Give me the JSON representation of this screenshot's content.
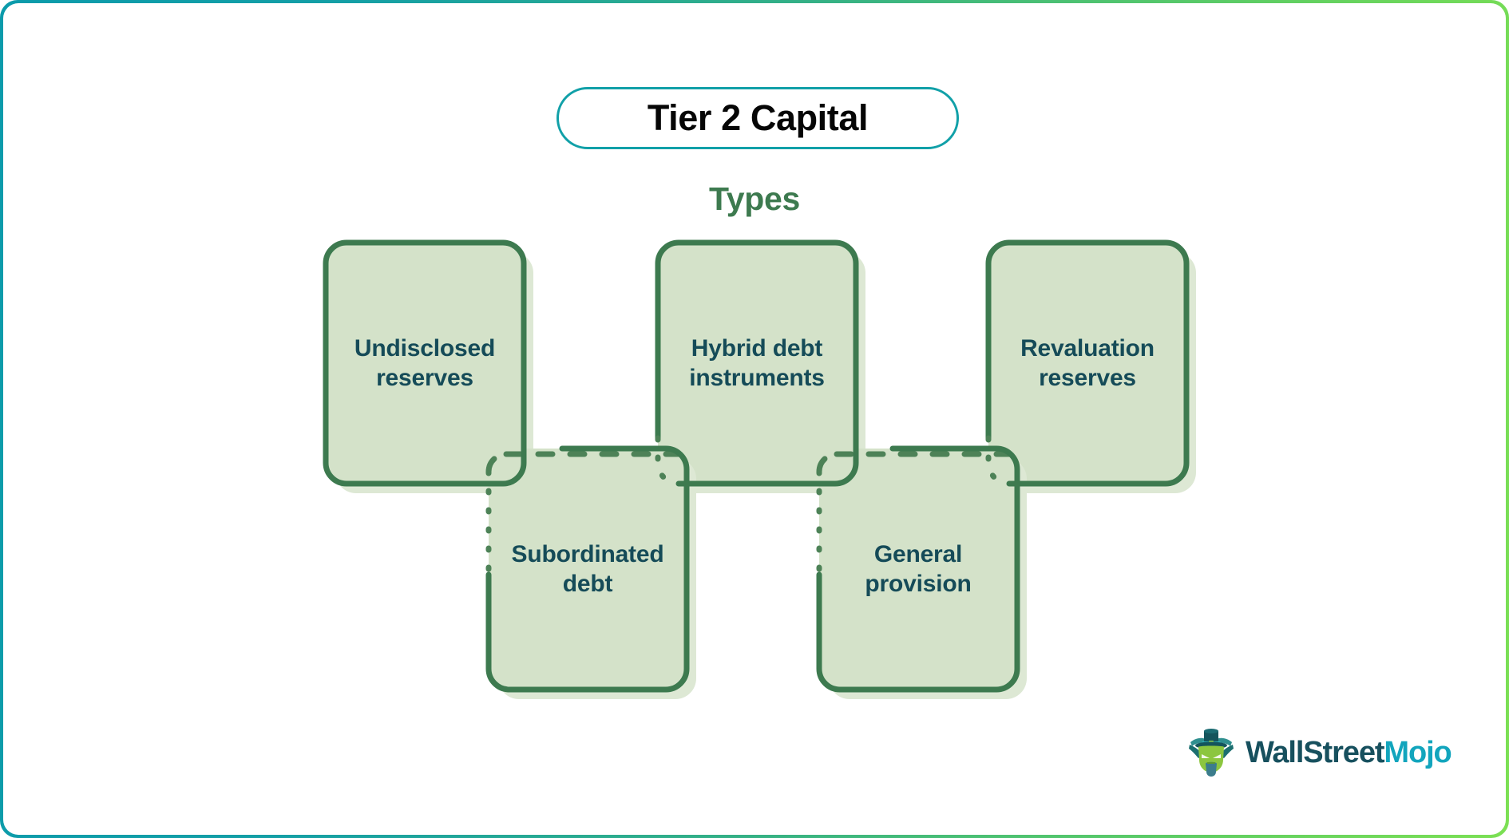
{
  "header": {
    "title": "Tier 2 Capital",
    "subtitle": "Types"
  },
  "colors": {
    "frame_gradient_start": "#0b9bab",
    "frame_gradient_end": "#7ce054",
    "title_border": "#11a0a8",
    "title_text": "#060606",
    "subtitle_text": "#3d7a4f",
    "card_fill": "#d4e2c9",
    "card_shadow_fill": "#dde8d4",
    "card_border": "#3d7a4f",
    "card_text": "#154b58",
    "brand_dark": "#17505e",
    "brand_accent": "#12a5bd"
  },
  "diagram": {
    "type": "interlocking-cards",
    "row1": [
      {
        "id": "undisclosed-reserves",
        "label": "Undisclosed\nreserves"
      },
      {
        "id": "hybrid-debt-instruments",
        "label": "Hybrid debt\ninstruments"
      },
      {
        "id": "revaluation-reserves",
        "label": "Revaluation\nreserves"
      }
    ],
    "row2": [
      {
        "id": "subordinated-debt",
        "label": "Subordinated\ndebt"
      },
      {
        "id": "general-provision",
        "label": "General\nprovision"
      }
    ]
  },
  "brand": {
    "name_part1": "WallStreet",
    "name_part2": "Mojo",
    "icon": "bull-with-top-hat-logo"
  }
}
